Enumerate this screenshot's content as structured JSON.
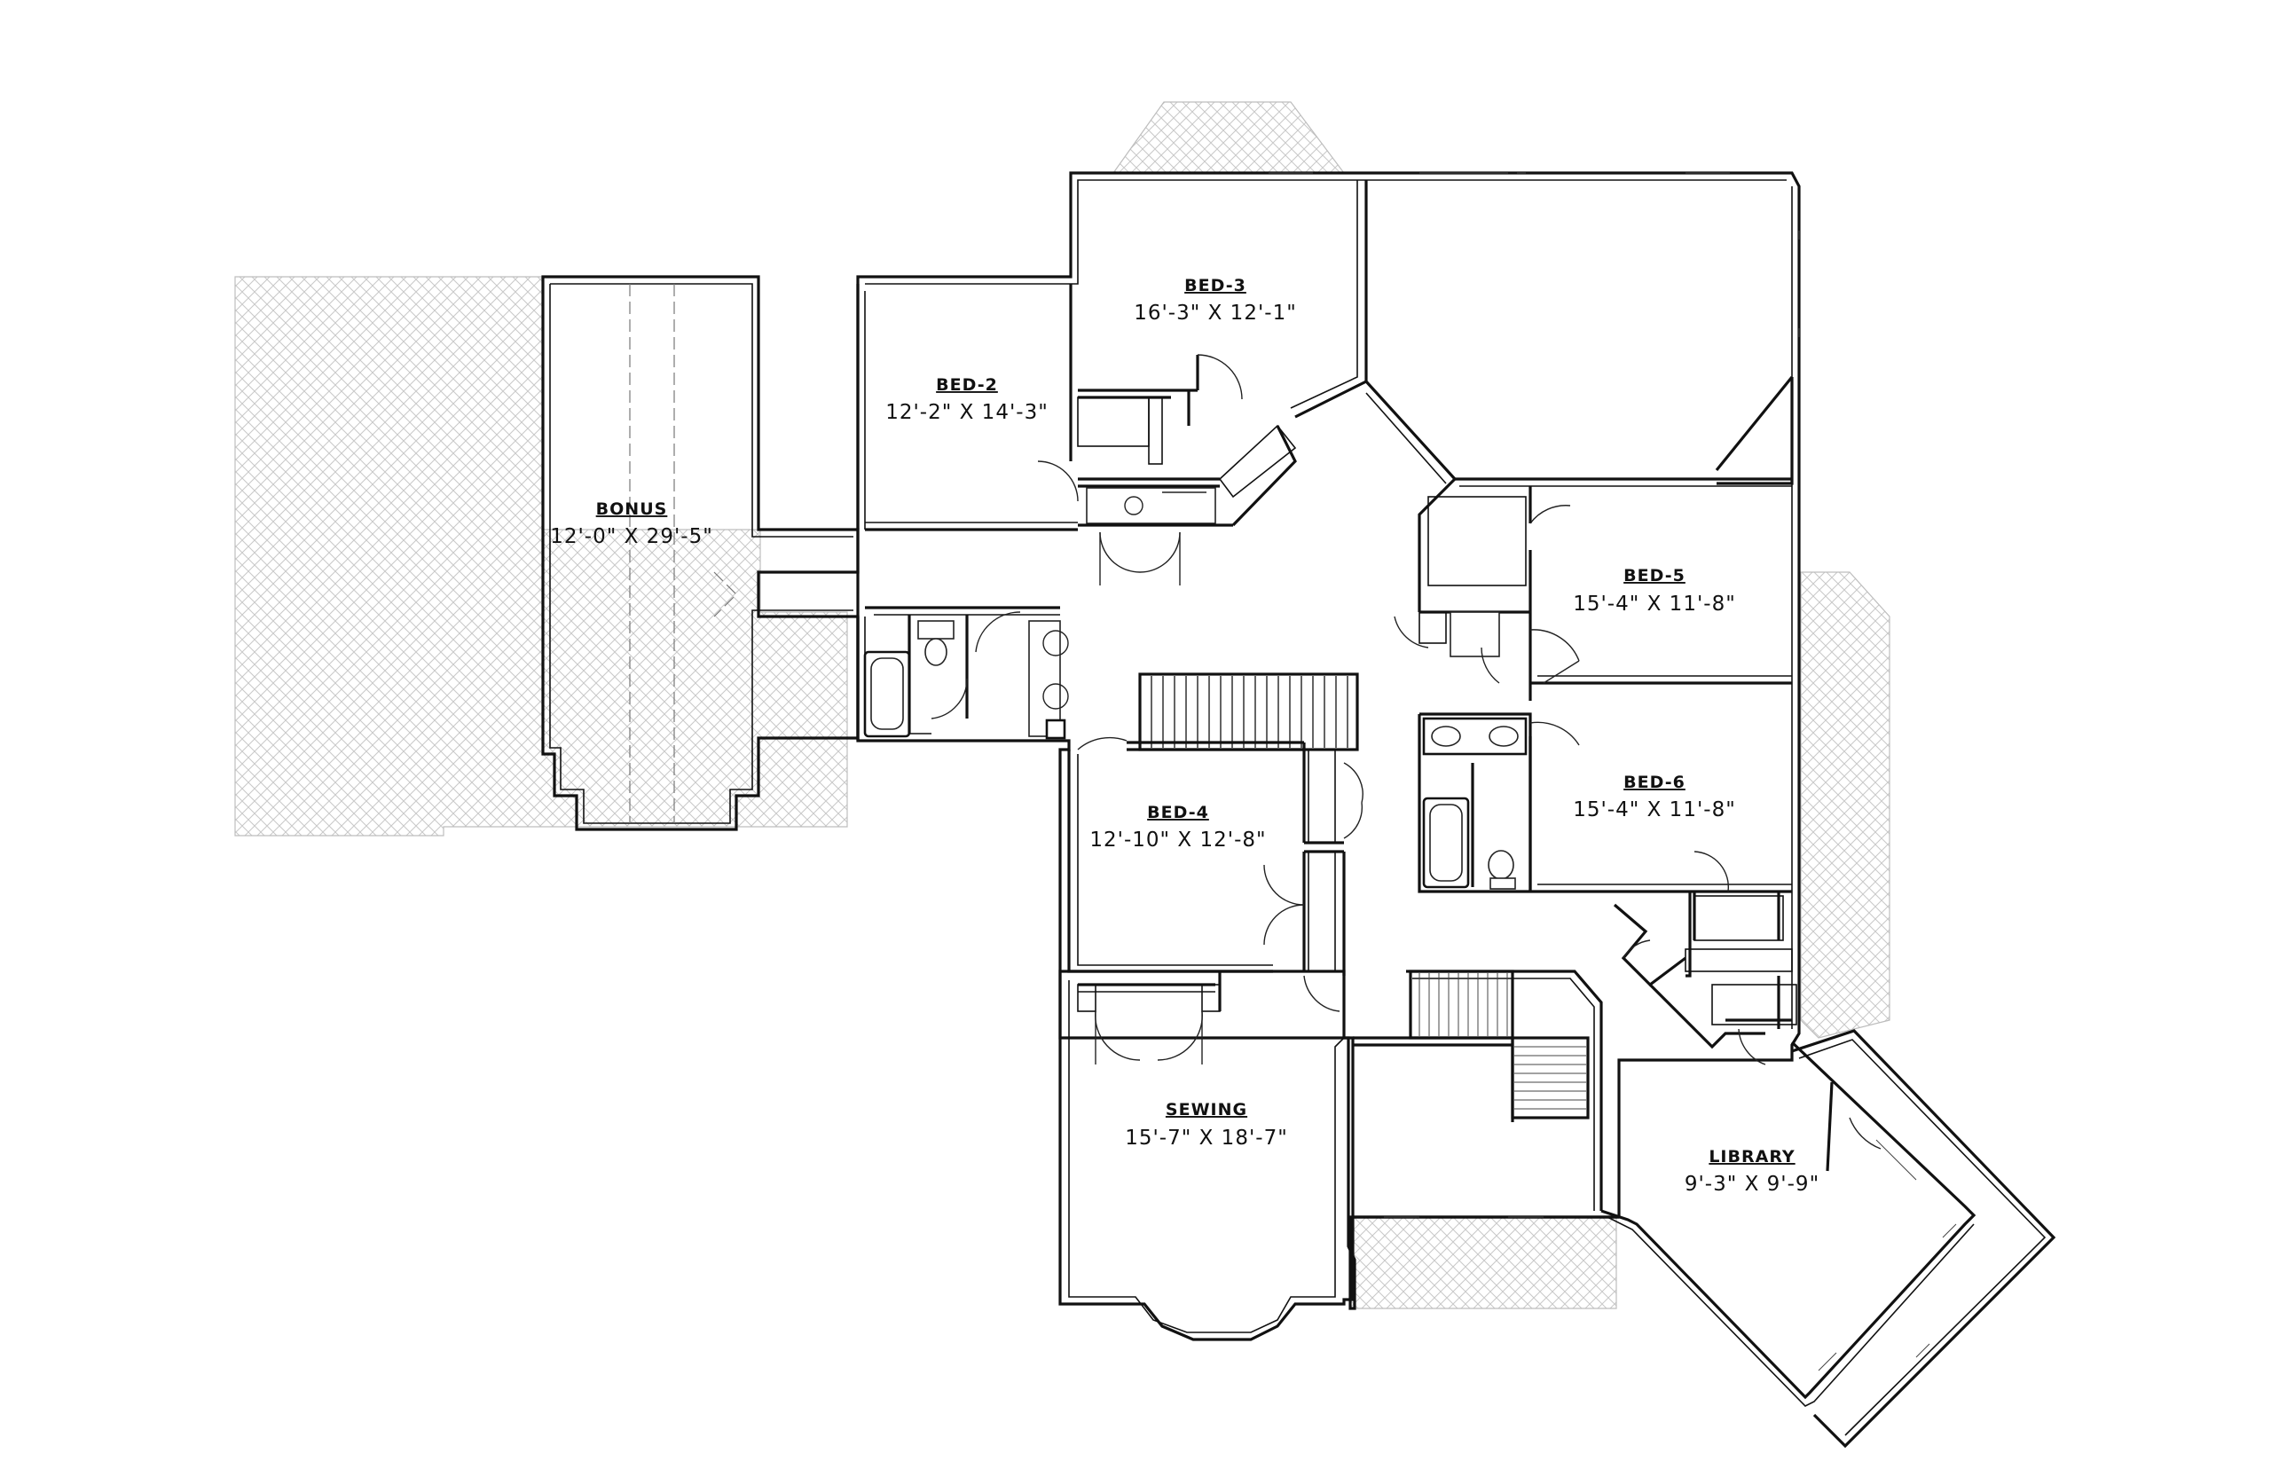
{
  "rooms": {
    "bonus": {
      "name": "BONUS",
      "dims": "12'-0\" X 29'-5\""
    },
    "bed2": {
      "name": "BED-2",
      "dims": "12'-2\" X 14'-3\""
    },
    "bed3": {
      "name": "BED-3",
      "dims": "16'-3\" X 12'-1\""
    },
    "bed4": {
      "name": "BED-4",
      "dims": "12'-10\" X 12'-8\""
    },
    "bed5": {
      "name": "BED-5",
      "dims": "15'-4\" X 11'-8\""
    },
    "bed6": {
      "name": "BED-6",
      "dims": "15'-4\" X 11'-8\""
    },
    "sewing": {
      "name": "SEWING",
      "dims": "15'-7\" X 18'-7\""
    },
    "library": {
      "name": "LIBRARY",
      "dims": "9'-3\" X 9'-9\""
    }
  }
}
